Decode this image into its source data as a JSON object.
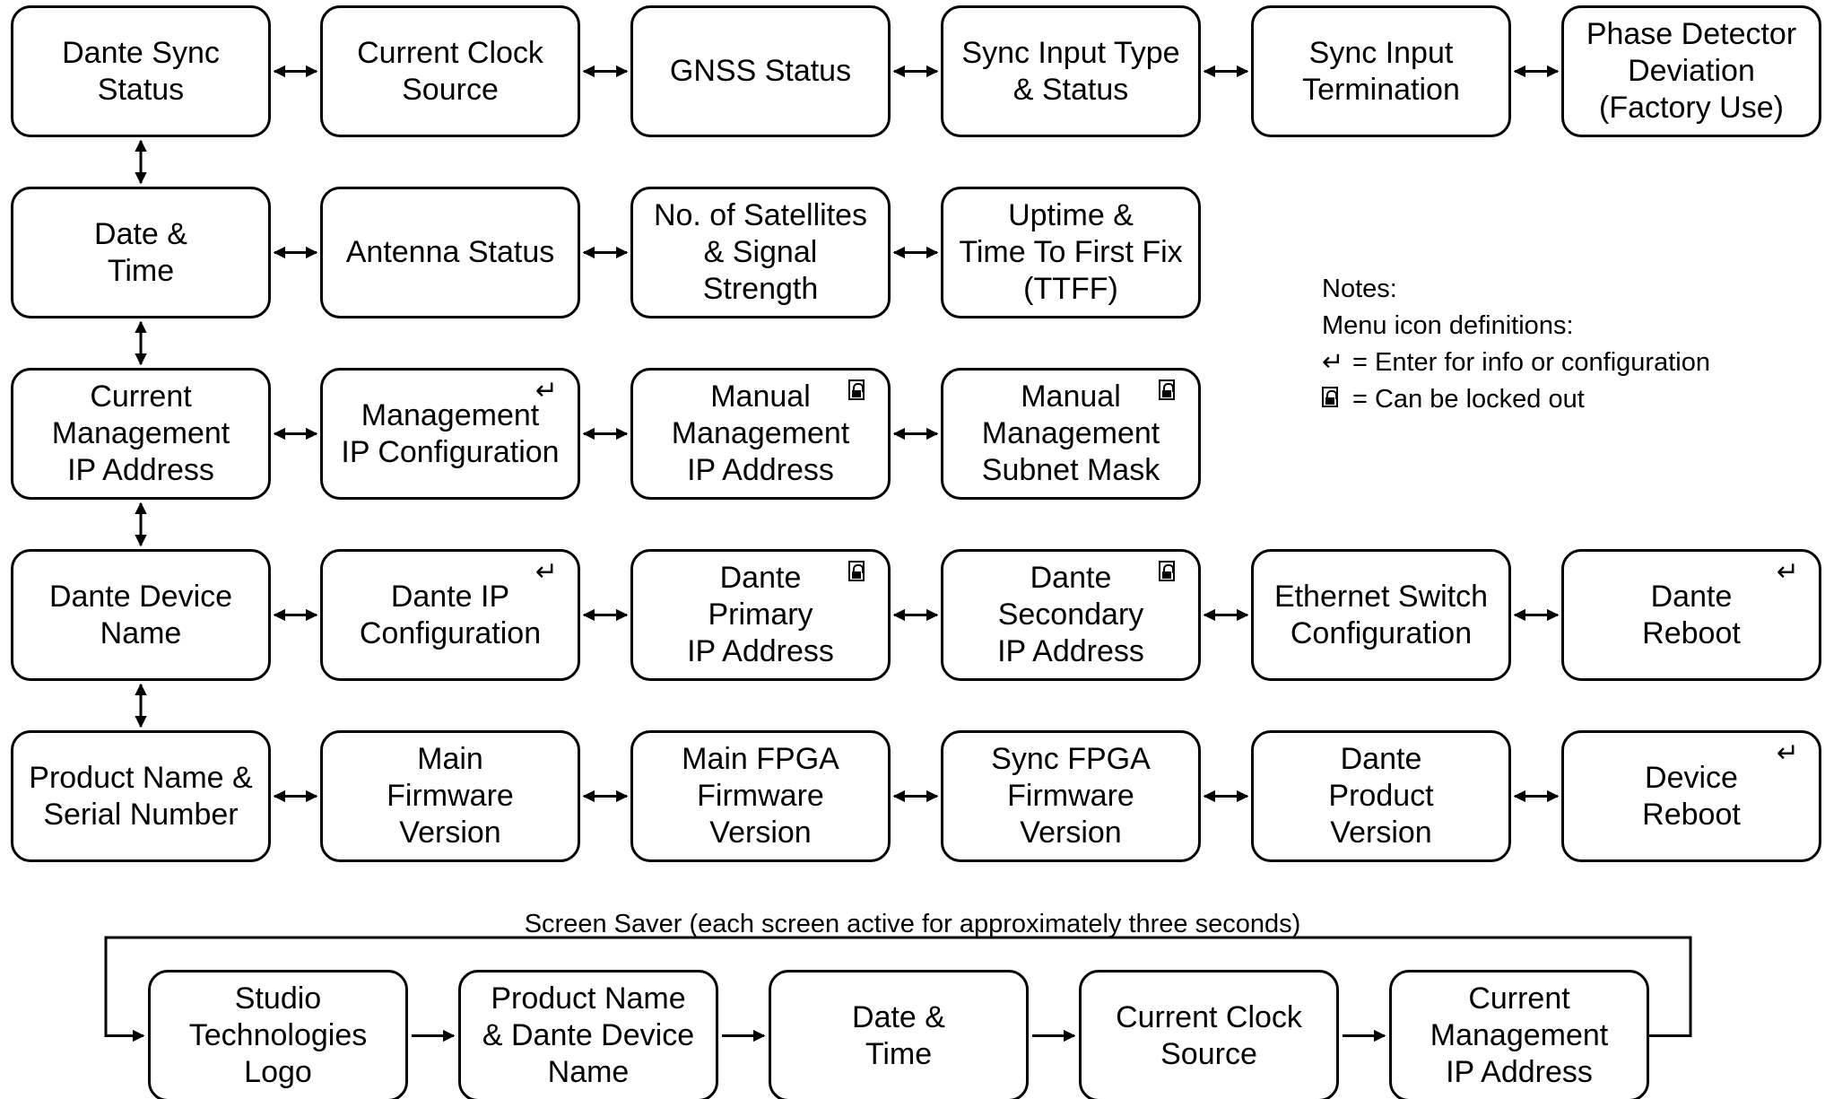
{
  "rows": [
    [
      "Dante Sync\nStatus",
      "Current Clock\nSource",
      "GNSS Status",
      "Sync Input Type\n& Status",
      "Sync Input\nTermination",
      "Phase Detector\nDeviation\n(Factory Use)"
    ],
    [
      "Date &\nTime",
      "Antenna Status",
      "No. of Satellites\n& Signal\nStrength",
      "Uptime &\nTime To First Fix\n(TTFF)"
    ],
    [
      "Current\nManagement\nIP Address",
      "Management\nIP Configuration",
      "Manual\nManagement\nIP Address",
      "Manual\nManagement\nSubnet Mask"
    ],
    [
      "Dante Device\nName",
      "Dante IP\nConfiguration",
      "Dante\nPrimary\nIP Address",
      "Dante\nSecondary\nIP Address",
      "Ethernet Switch\nConfiguration",
      "Dante\nReboot"
    ],
    [
      "Product Name &\nSerial Number",
      "Main\nFirmware\nVersion",
      "Main FPGA\nFirmware\nVersion",
      "Sync FPGA\nFirmware\nVersion",
      "Dante\nProduct\nVersion",
      "Device\nReboot"
    ]
  ],
  "screen_saver": {
    "title": "Screen Saver (each screen active for approximately three seconds)",
    "screens": [
      "Studio\nTechnologies\nLogo",
      "Product Name\n& Dante Device\nName",
      "Date &\nTime",
      "Current Clock\nSource",
      "Current\nManagement\nIP Address"
    ]
  },
  "notes": {
    "heading": "Notes:",
    "subheading": "Menu icon definitions:",
    "enter_symbol": "↵",
    "enter_text": "= Enter for info or configuration",
    "lock_icon": "lock-icon",
    "lock_text": "= Can be locked out"
  }
}
